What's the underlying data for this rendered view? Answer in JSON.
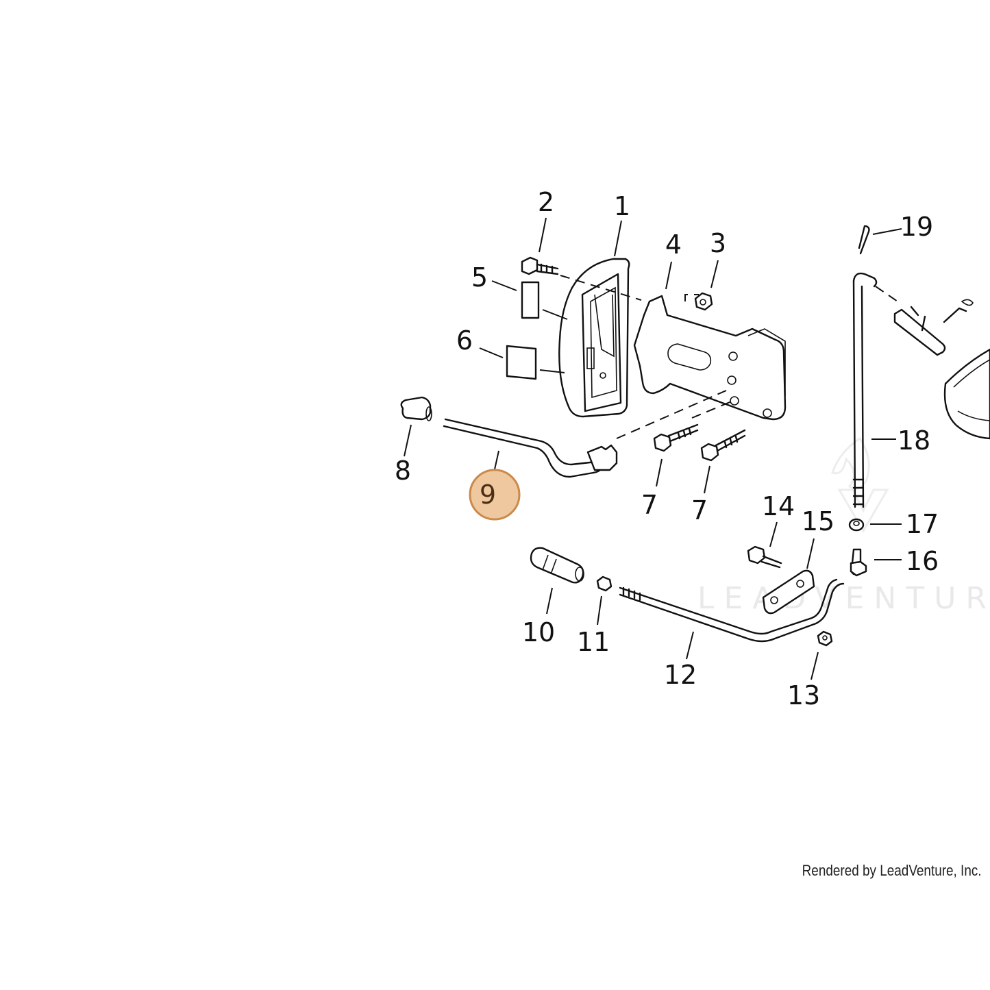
{
  "diagram": {
    "callouts": {
      "c1": "1",
      "c2": "2",
      "c3": "3",
      "c4": "4",
      "c5": "5",
      "c6": "6",
      "c7a": "7",
      "c7b": "7",
      "c8": "8",
      "c9": "9",
      "c10": "10",
      "c11": "11",
      "c12": "12",
      "c13": "13",
      "c14": "14",
      "c15": "15",
      "c16": "16",
      "c17": "17",
      "c18": "18",
      "c19": "19"
    },
    "highlighted_callout": "9",
    "highlight_color": "#f0c8a0",
    "highlight_border": "#c98a4a",
    "watermark": "LEADVENTURE",
    "credit": "Rendered by LeadVenture, Inc."
  }
}
